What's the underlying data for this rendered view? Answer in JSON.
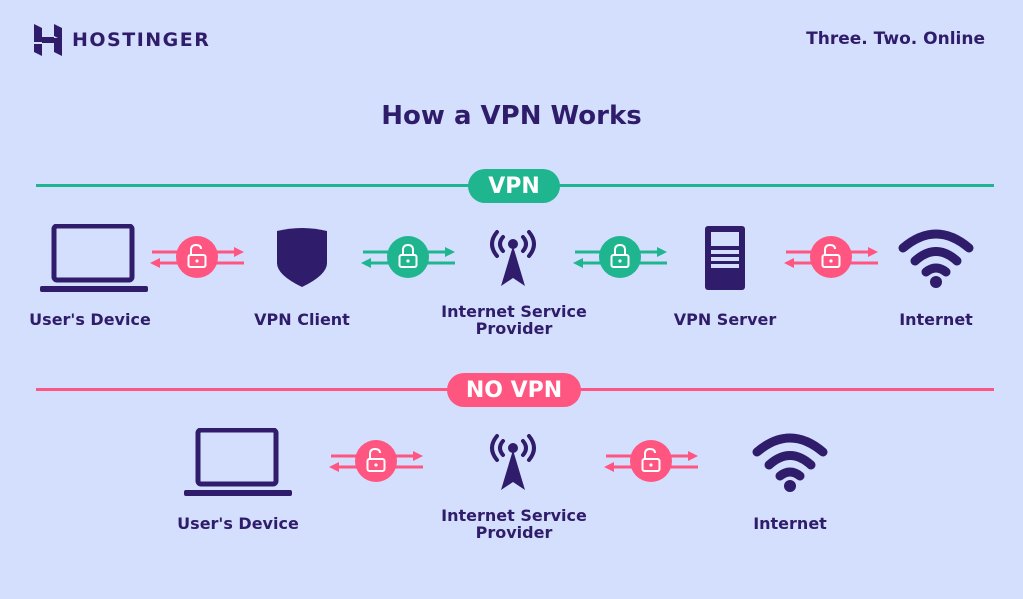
{
  "brand": {
    "name": "HOSTINGER",
    "tagline": "Three. Two. Online"
  },
  "title": "How a VPN Works",
  "colors": {
    "background": "#d4dffd",
    "ink": "#2f1c6a",
    "secure": "#1fb58e",
    "insecure": "#fe5680"
  },
  "vpn_section": {
    "badge": "VPN",
    "nodes": [
      {
        "label": "User's Device",
        "icon": "laptop-icon"
      },
      {
        "label": "VPN Client",
        "icon": "shield-icon"
      },
      {
        "label": "Internet Service Provider",
        "icon": "antenna-icon"
      },
      {
        "label": "VPN Server",
        "icon": "server-icon"
      },
      {
        "label": "Internet",
        "icon": "wifi-icon"
      }
    ],
    "links": [
      {
        "status": "unlocked",
        "color": "insecure"
      },
      {
        "status": "locked",
        "color": "secure"
      },
      {
        "status": "locked",
        "color": "secure"
      },
      {
        "status": "unlocked",
        "color": "insecure"
      }
    ]
  },
  "no_vpn_section": {
    "badge": "NO VPN",
    "nodes": [
      {
        "label": "User's Device",
        "icon": "laptop-icon"
      },
      {
        "label": "Internet Service Provider",
        "icon": "antenna-icon"
      },
      {
        "label": "Internet",
        "icon": "wifi-icon"
      }
    ],
    "links": [
      {
        "status": "unlocked",
        "color": "insecure"
      },
      {
        "status": "unlocked",
        "color": "insecure"
      }
    ]
  }
}
